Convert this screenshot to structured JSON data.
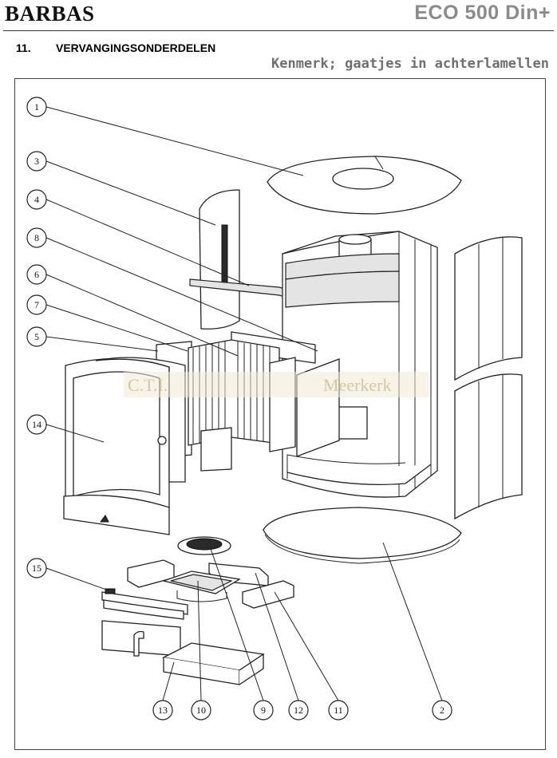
{
  "header": {
    "brand": "BARBAS",
    "model": "ECO 500 Din+"
  },
  "section": {
    "number": "11.",
    "title": "VERVANGINGSONDERDELEN",
    "note": "Kenmerk; gaatjes in achterlamellen"
  },
  "watermark": {
    "left": "C.T.I.",
    "right": "Meerkerk"
  },
  "callouts": [
    "1",
    "3",
    "4",
    "8",
    "6",
    "7",
    "5",
    "14",
    "15",
    "13",
    "10",
    "9",
    "12",
    "11",
    "2"
  ]
}
